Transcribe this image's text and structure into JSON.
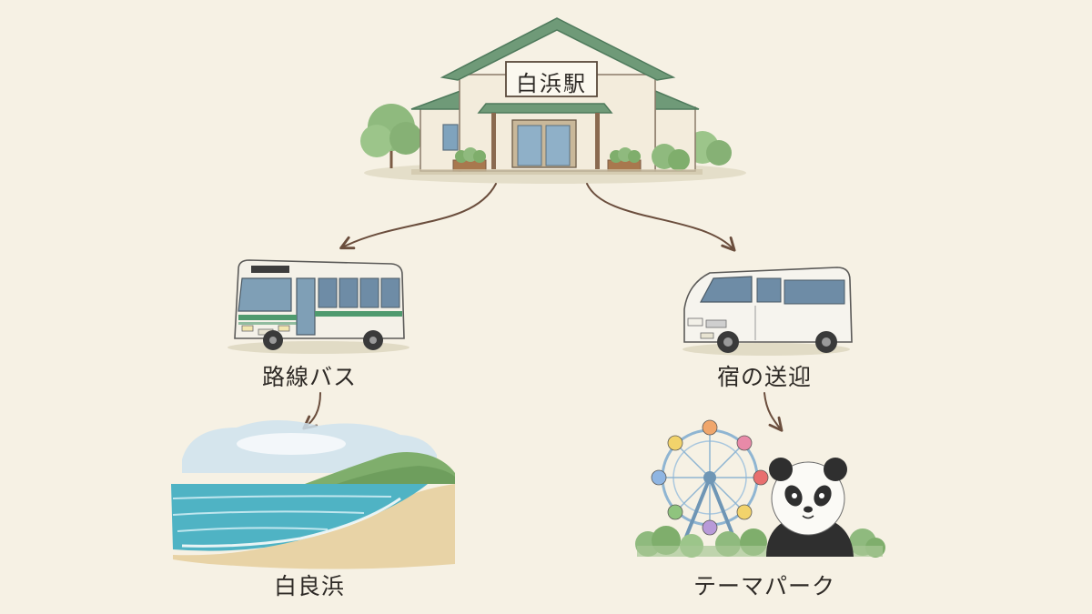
{
  "station": {
    "sign": "白浜駅"
  },
  "nodes": {
    "bus": {
      "label": "路線バス"
    },
    "van": {
      "label": "宿の送迎"
    },
    "beach": {
      "label": "白良浜"
    },
    "park": {
      "label": "テーマパーク"
    }
  },
  "colors": {
    "background": "#f6f1e4",
    "roof": "#6f9a78",
    "arrow": "#6b4e3d",
    "bus_stripe": "#4f9a6e",
    "sea": "#4fb3c4",
    "sand": "#e8d3a6"
  },
  "icons": [
    "station-icon",
    "bus-icon",
    "van-icon",
    "beach-icon",
    "ferris-wheel-icon",
    "panda-icon"
  ]
}
